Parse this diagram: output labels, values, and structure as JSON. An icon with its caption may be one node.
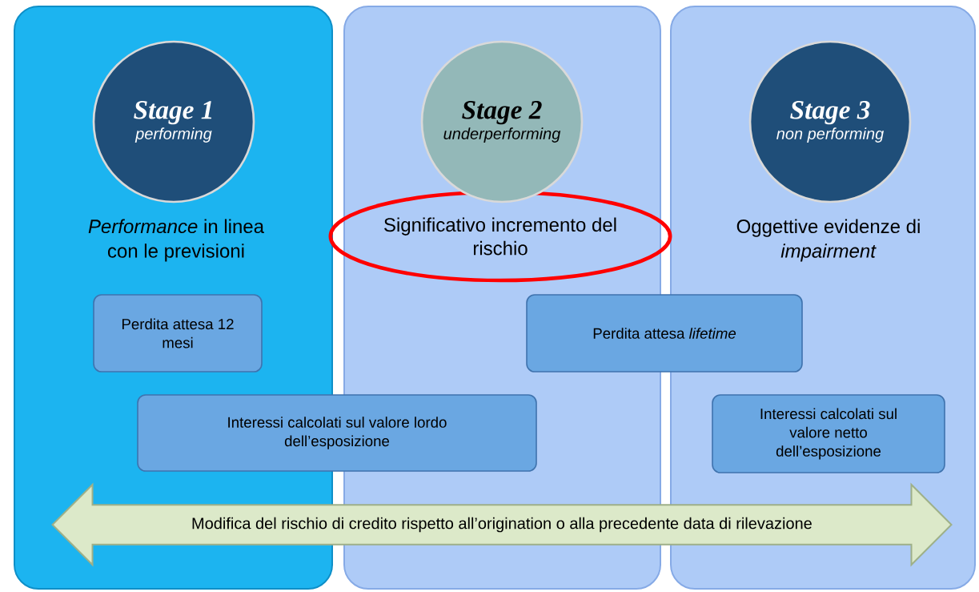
{
  "diagram": {
    "nodes": [
      {
        "text": [],
        "shape": "box"
      },
      {
        "text": [
          "Stage 1",
          "performing"
        ],
        "in": 0
      },
      {
        "text": [],
        "shape": "box"
      },
      {
        "text": [
          "Stage 2",
          "underperforming"
        ],
        "in": 2
      },
      {
        "text": [
          "Significativo incremento del rischio"
        ]
      },
      {
        "text": [],
        "shape": "box"
      },
      {
        "text": [
          "Stage 3",
          "non performing"
        ],
        "in": 5
      },
      {
        "text": [
          "Perdita attesa 12 mesi"
        ],
        "in": 0
      },
      {
        "text": [
          "Perdita attesa *lifetime*"
        ]
      },
      {
        "text": [
          "Interessi calcolati sul valore lordo dell’esposizione"
        ]
      },
      {
        "text": [
          "Interessi calcolati sul valore netto dell’esposizione"
        ],
        "in": 5
      },
      {
        "text": [
          "Modifica del rischio di credito rispetto all’origination o alla precedente data di rilevazione"
        ]
      }
    ],
    "edges": [],
    "labels": [
      "*Performance* in linea con le previsioni",
      "Oggettive evidenze di *impairment*"
    ]
  }
}
